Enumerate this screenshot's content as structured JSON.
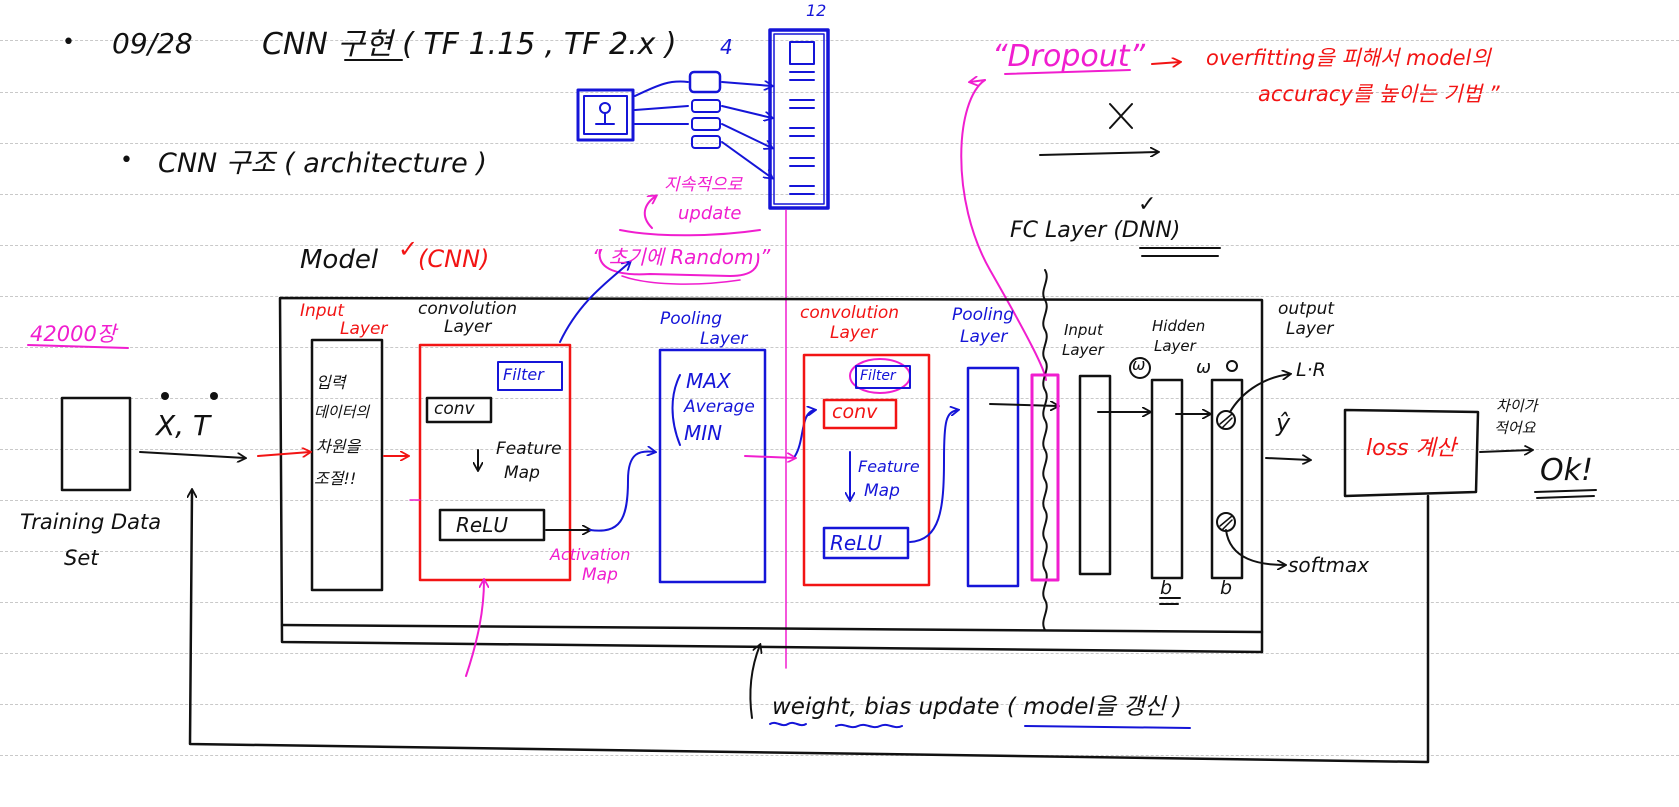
{
  "colors": {
    "ink": "#111111",
    "blue": "#1515d8",
    "red": "#f21414",
    "magenta": "#f01ecf",
    "rule": "#c9c9c9"
  },
  "header": {
    "bullet1": "•",
    "date": "09/28",
    "title": "CNN 구현 ( TF 1.15 , TF 2.x )",
    "bullet2": "•",
    "subtitle": "CNN 구조 ( architecture )"
  },
  "filters_sketch": {
    "count_small": "4",
    "count_large": "12"
  },
  "update_note": {
    "line1": "지속적으로",
    "line2": "update",
    "random": "“ 초기에 Random ”"
  },
  "dropout": {
    "term": "“Dropout”",
    "desc_line1": "overfitting을 피해서 model의",
    "desc_line2": "accuracy를 높이는 기법 ”"
  },
  "fc_layer": {
    "label": "FC Layer (DNN)",
    "check": "✓"
  },
  "model": {
    "label": "Model",
    "check": "✓",
    "paren": "(CNN)"
  },
  "training": {
    "count": "42000장",
    "label_line1": "Training Data",
    "label_line2": "Set",
    "xt": "X, T"
  },
  "input_layer": {
    "title_line1": "Input",
    "title_line2": "Layer",
    "desc": [
      "입력",
      "데이터의",
      "차원을",
      "조절!!"
    ]
  },
  "conv1": {
    "title_line1": "convolution",
    "title_line2": "Layer",
    "filter": "Filter",
    "conv": "conv",
    "fmap_line1": "Feature",
    "fmap_line2": "Map",
    "relu": "ReLU"
  },
  "activation_map": {
    "line1": "Activation",
    "line2": "Map"
  },
  "pool1": {
    "title_line1": "Pooling",
    "title_line2": "Layer",
    "ops": [
      "MAX",
      "Average",
      "MIN"
    ]
  },
  "conv2": {
    "title_line1": "convolution",
    "title_line2": "Layer",
    "filter": "Filter",
    "conv": "conv",
    "fmap_line1": "Feature",
    "fmap_line2": "Map",
    "relu": "ReLU"
  },
  "pool2": {
    "title_line1": "Pooling",
    "title_line2": "Layer"
  },
  "fc": {
    "input_line1": "Input",
    "input_line2": "Layer",
    "hidden_line1": "Hidden",
    "hidden_line2": "Layer",
    "output_line1": "output",
    "output_line2": "Layer",
    "w": "ω",
    "b": "b",
    "lr": "L·R",
    "softmax": "softmax",
    "yhat": "ŷ"
  },
  "loss": {
    "label": "loss 계산",
    "q_line1": "차이가",
    "q_line2": "적어요",
    "ok": "Ok!"
  },
  "update": {
    "text": "weight, bias update ( model을 갱신 )"
  }
}
